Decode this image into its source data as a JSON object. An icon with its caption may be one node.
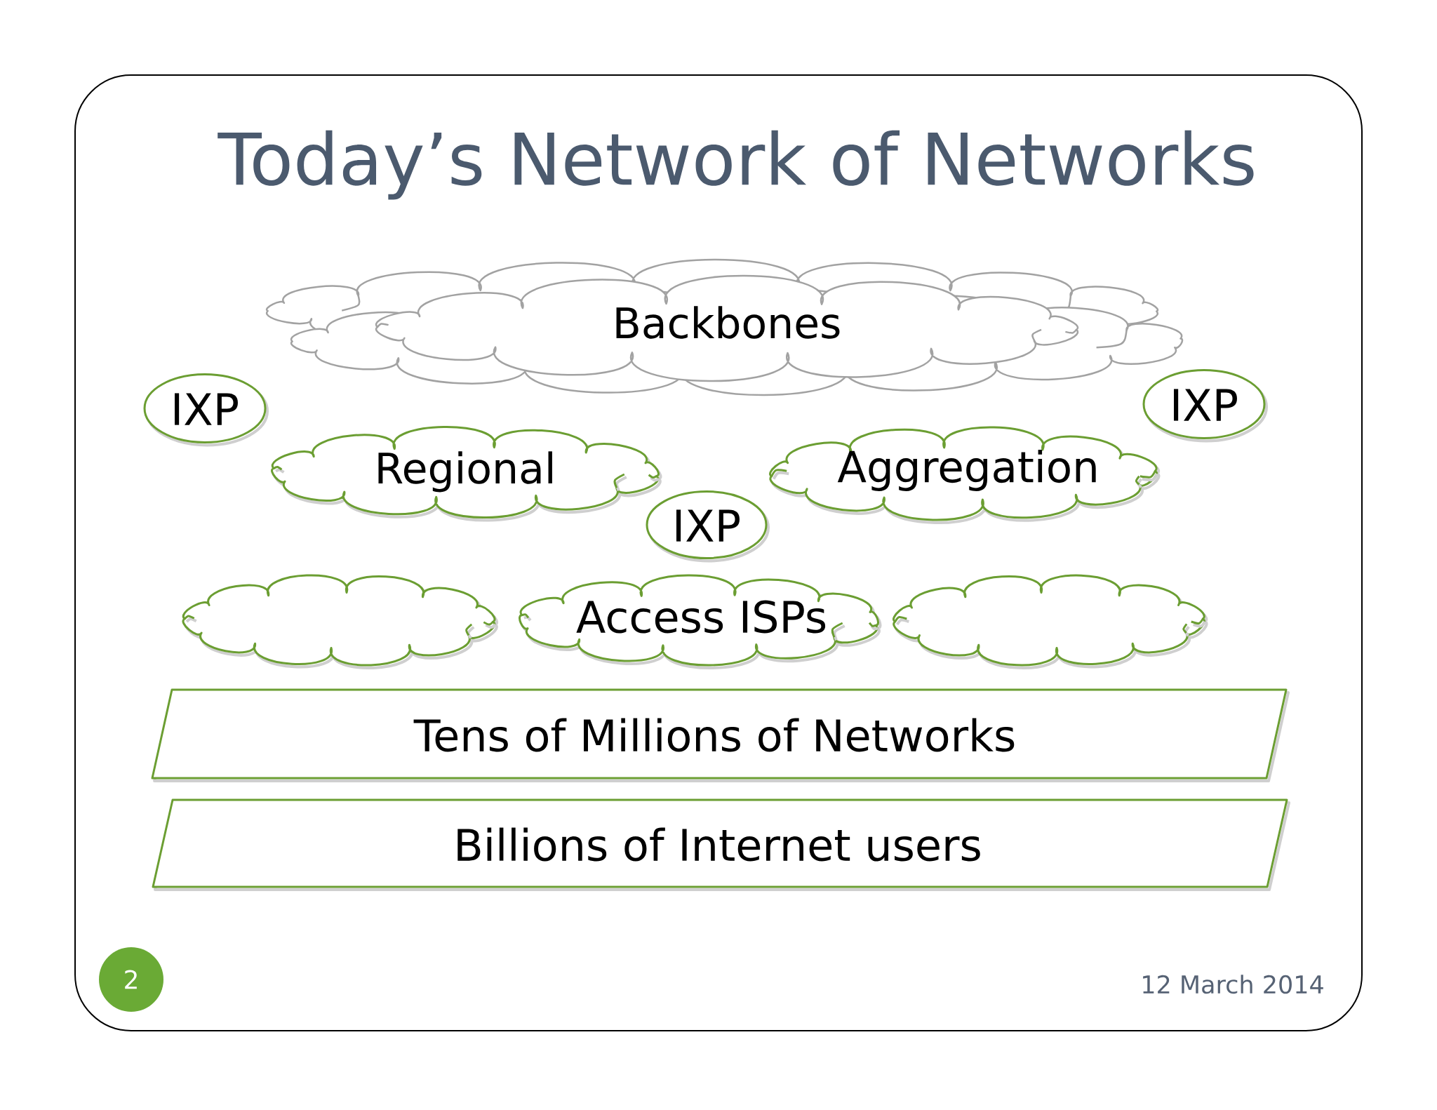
{
  "diagram": {
    "title": "Today’s Network of Networks",
    "nodes": [
      {
        "text": [
          "Backbones"
        ]
      },
      {
        "text": [
          "IXP"
        ]
      },
      {
        "text": [
          "IXP"
        ]
      },
      {
        "text": [
          "Regional"
        ]
      },
      {
        "text": [
          "Aggregation"
        ]
      },
      {
        "text": [
          "IXP"
        ]
      },
      {
        "text": [],
        "shape": "cloud"
      },
      {
        "text": [
          "Access ISPs"
        ]
      },
      {
        "text": [],
        "shape": "cloud"
      },
      {
        "text": [
          "Tens of Millions of Networks"
        ]
      },
      {
        "text": [
          "Billions of Internet users"
        ]
      },
      {
        "text": [
          "2"
        ]
      }
    ],
    "labels": [
      "12 March 2014"
    ]
  }
}
